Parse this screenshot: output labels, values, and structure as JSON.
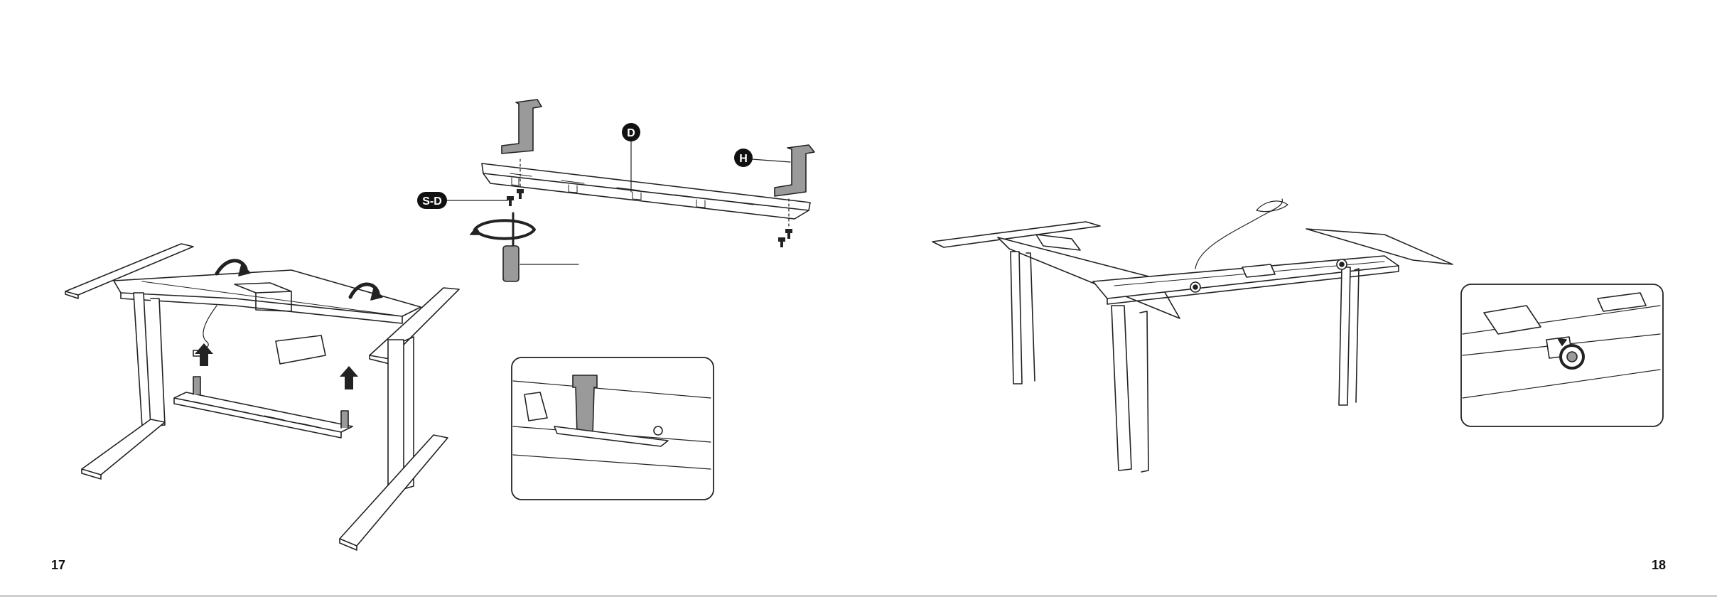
{
  "pages": [
    {
      "number": "17"
    },
    {
      "number": "18"
    }
  ],
  "callouts": {
    "desk_bracket": "D",
    "hook": "H",
    "screw": "S-D"
  },
  "icons": [
    "rotate-arrow-icon",
    "up-arrow-icon",
    "screwdriver-icon",
    "screw-icon",
    "rotate-tighten-icon"
  ],
  "colors": {
    "line": "#222222",
    "fill_grey": "#9a9a9a",
    "badge": "#111111",
    "badge_text": "#ffffff"
  }
}
